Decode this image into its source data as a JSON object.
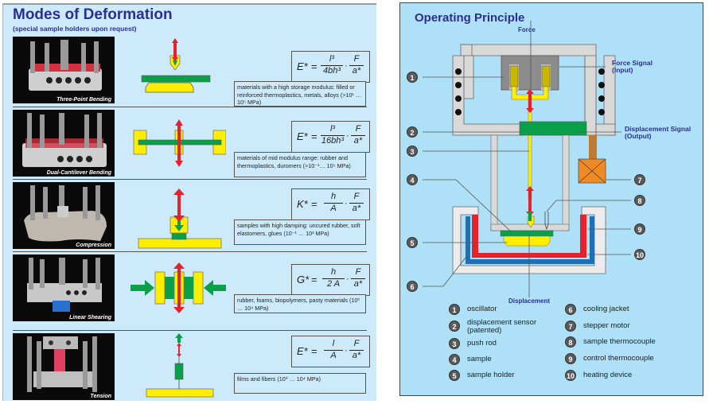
{
  "left": {
    "title": "Modes of Deformation",
    "subtitle": "(special sample holders upon request)",
    "modes": [
      {
        "caption": "Three-Point Bending",
        "formula": {
          "lhs": "E*",
          "frac1_num": "l³",
          "frac1_den": "4bh³",
          "frac2_num": "F",
          "frac2_den": "a*"
        },
        "description": "materials with a high storage modulus: filled or reinforced thermoplastics, metals, alloys (>10¹ … 10⁵ MPa)"
      },
      {
        "caption": "Dual-Cantilever Bending",
        "formula": {
          "lhs": "E*",
          "frac1_num": "l³",
          "frac1_den": "16bh³",
          "frac2_num": "F",
          "frac2_den": "a*"
        },
        "description": "materials of mid modulus range: rubber and thermoplastics, duromers (>10⁻¹… 10⁵ MPa)"
      },
      {
        "caption": "Compression",
        "formula": {
          "lhs": "K*",
          "frac1_num": "h",
          "frac1_den": "A",
          "frac2_num": "F",
          "frac2_den": "a*"
        },
        "description": "samples with high damping: uncured rubber, soft elastomers, glues (10⁻¹ … 10³ MPa)"
      },
      {
        "caption": "Linear Shearing",
        "formula": {
          "lhs": "G*",
          "frac1_num": "h",
          "frac1_den": "2 A",
          "frac2_num": "F",
          "frac2_den": "a*"
        },
        "description": "rubber, foams, biopolymers, pasty materials (10⁰ … 10⁴ MPa)"
      },
      {
        "caption": "Tension",
        "formula": {
          "lhs": "E*",
          "frac1_num": "l",
          "frac1_den": "A",
          "frac2_num": "F",
          "frac2_den": "a*"
        },
        "description": "films and fibers (10⁰ … 10⁴ MPa)"
      }
    ]
  },
  "right": {
    "title": "Operating Principle",
    "labels": {
      "force": "Force",
      "force_signal": "Force Signal",
      "force_signal_sub": "(Input)",
      "displacement_signal": "Displacement Signal",
      "displacement_signal_sub": "(Output)",
      "displacement": "Displacement"
    },
    "callouts": [
      "1",
      "2",
      "3",
      "4",
      "5",
      "6",
      "7",
      "8",
      "9",
      "10"
    ],
    "legend": [
      {
        "n": "1",
        "text": "oscillator"
      },
      {
        "n": "2",
        "text": "displacement sensor (patented)"
      },
      {
        "n": "3",
        "text": "push rod"
      },
      {
        "n": "4",
        "text": "sample"
      },
      {
        "n": "5",
        "text": "sample holder"
      },
      {
        "n": "6",
        "text": "cooling jacket"
      },
      {
        "n": "7",
        "text": "stepper motor"
      },
      {
        "n": "8",
        "text": "sample thermocouple"
      },
      {
        "n": "9",
        "text": "control thermocouple"
      },
      {
        "n": "10",
        "text": "heating device"
      }
    ]
  },
  "colors": {
    "title": "#2b2f8f",
    "green": "#0aa04a",
    "yellow": "#ffee00",
    "red": "#e8202a",
    "orange": "#f08a24",
    "blue": "#1d6fb8",
    "gray": "#d6d6d6"
  }
}
